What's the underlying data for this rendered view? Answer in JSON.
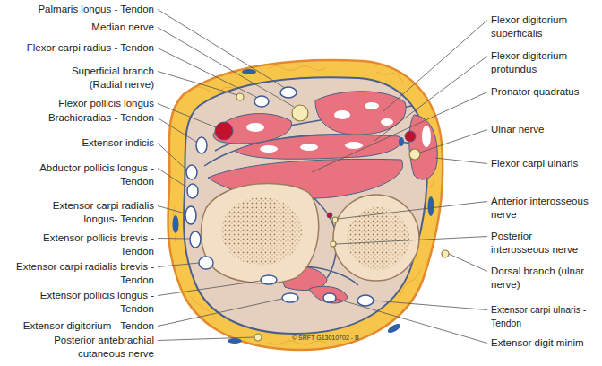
{
  "diagram": {
    "labels": [
      "Palmaris longus - Tendon",
      "Median nerve",
      "Flexor carpi radius - Tendon",
      "Superficial branch (Radial nerve)",
      "Flexor pollicis longus",
      "Brachioradias - Tendon",
      "Extensor indicis",
      "Abductor pollicis longus - Tendon",
      "Extensor carpi radialis longus- Tendon",
      "Extensor pollicis brevis - Tendon",
      "Extensor carpi radialis brevis - Tendon",
      "Extensor pollicis longus - Tendon",
      "Extensor digitorium - Tendon",
      "Posterior antebrachial cutaneous nerve",
      "Flexor digitorium superficalis",
      "Flexor digitorium protundus",
      "Pronator quadratus",
      "Ulnar nerve",
      "Flexor carpi ulnaris",
      "Anterior interosseous nerve",
      "Posterior interosseous nerve",
      "Dorsal branch (ulnar nerve)",
      "Extensor carpi ulnaris - Tendon",
      "Extensor digit minim",
      "© SRFT G13010702 - B"
    ]
  }
}
